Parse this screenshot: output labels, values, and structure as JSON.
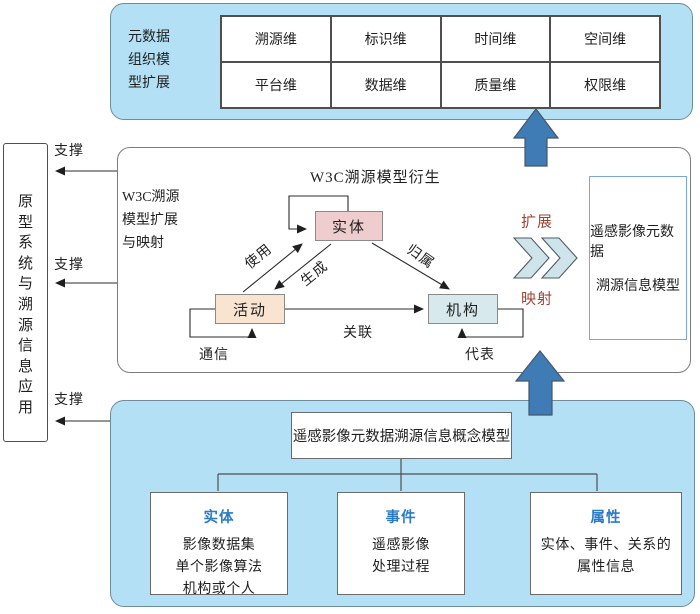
{
  "colors": {
    "section_bg": "#B3E0F4",
    "arrow_blue": "#3F7CB6",
    "chevron_fill": "#CFE4EA",
    "entity_fill": "#EFCDCE",
    "activity_fill": "#F9E4D2",
    "agent_fill": "#D8E9ED",
    "accent_red": "#A04436",
    "accent_blue": "#2B7BC5"
  },
  "top_section": {
    "label_lines": [
      "元数据",
      "组织模",
      "型扩展"
    ],
    "table": {
      "rows": [
        [
          "溯源维",
          "标识维",
          "时间维",
          "空间维"
        ],
        [
          "平台维",
          "数据维",
          "质量维",
          "权限维"
        ]
      ]
    }
  },
  "middle_section": {
    "title": "W3C溯源模型衍生",
    "side_label_lines": [
      "W3C溯源",
      "模型扩展",
      "与映射"
    ],
    "nodes": {
      "entity": "实体",
      "activity": "活动",
      "agent": "机构"
    },
    "edges": {
      "use": "使用",
      "generate": "生成",
      "attribution": "归属",
      "association": "关联",
      "communication": "通信",
      "delegation": "代表"
    },
    "extend_label": "扩展",
    "map_label": "映射",
    "result_box_lines": [
      "遥感影像元数据",
      "溯源信息模型"
    ]
  },
  "left_panel": {
    "vertical_text": "原型系统与溯源信息应用",
    "support_labels": [
      "支撑",
      "支撑",
      "支撑"
    ]
  },
  "bottom_section": {
    "root_label": "遥感影像元数据溯源信息概念模型",
    "children": [
      {
        "title": "实体",
        "lines": [
          "影像数据集",
          "单个影像算法",
          "机构或个人"
        ]
      },
      {
        "title": "事件",
        "lines": [
          "遥感影像",
          "处理过程"
        ]
      },
      {
        "title": "属性",
        "lines": [
          "实体、事件、关系的",
          "属性信息"
        ]
      }
    ]
  }
}
